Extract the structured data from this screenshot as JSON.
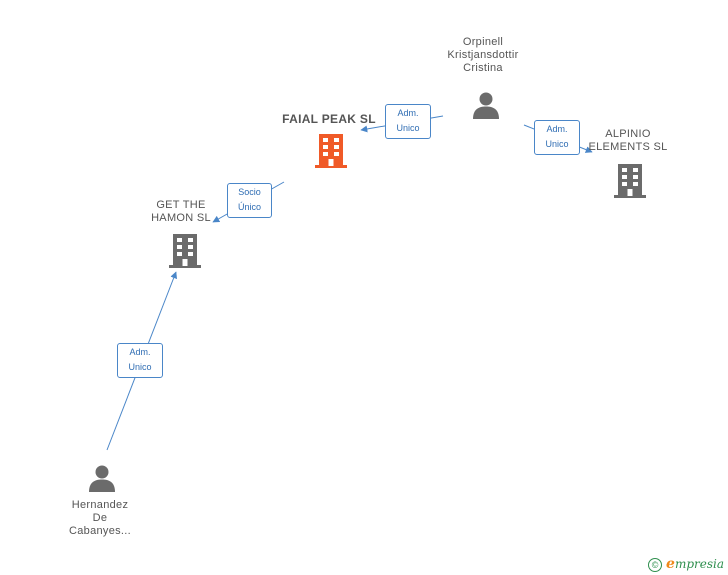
{
  "nodes": {
    "orpinell": {
      "lines": [
        "Orpinell",
        "Kristjansdottir",
        "Cristina"
      ],
      "kind": "person"
    },
    "faial": {
      "lines": [
        "FAIAL PEAK SL"
      ],
      "kind": "company-focus"
    },
    "alpinio": {
      "lines": [
        "ALPINIO",
        "ELEMENTS SL"
      ],
      "kind": "company"
    },
    "getthe": {
      "lines": [
        "GET THE",
        "HAMON SL"
      ],
      "kind": "company"
    },
    "hernandez": {
      "lines": [
        "Hernandez",
        "De",
        "Cabanyes..."
      ],
      "kind": "person"
    }
  },
  "edges": {
    "orpinell_faial": {
      "lines": [
        "Adm.",
        "Unico"
      ]
    },
    "orpinell_alpinio": {
      "lines": [
        "Adm.",
        "Unico"
      ]
    },
    "faial_getthe": {
      "lines": [
        "Socio",
        "Único"
      ]
    },
    "hernandez_getthe": {
      "lines": [
        "Adm.",
        "Unico"
      ]
    }
  },
  "colors": {
    "focus_company": "#f05a28",
    "company": "#6b6b6b",
    "person": "#6b6b6b",
    "edge": "#4a86c8",
    "edge_text": "#2f6db3",
    "label_text": "#555555",
    "brand_green": "#2f8f4e",
    "brand_orange": "#f0891b"
  },
  "brand": {
    "symbol": "©",
    "initial": "e",
    "rest": "mpresia"
  }
}
